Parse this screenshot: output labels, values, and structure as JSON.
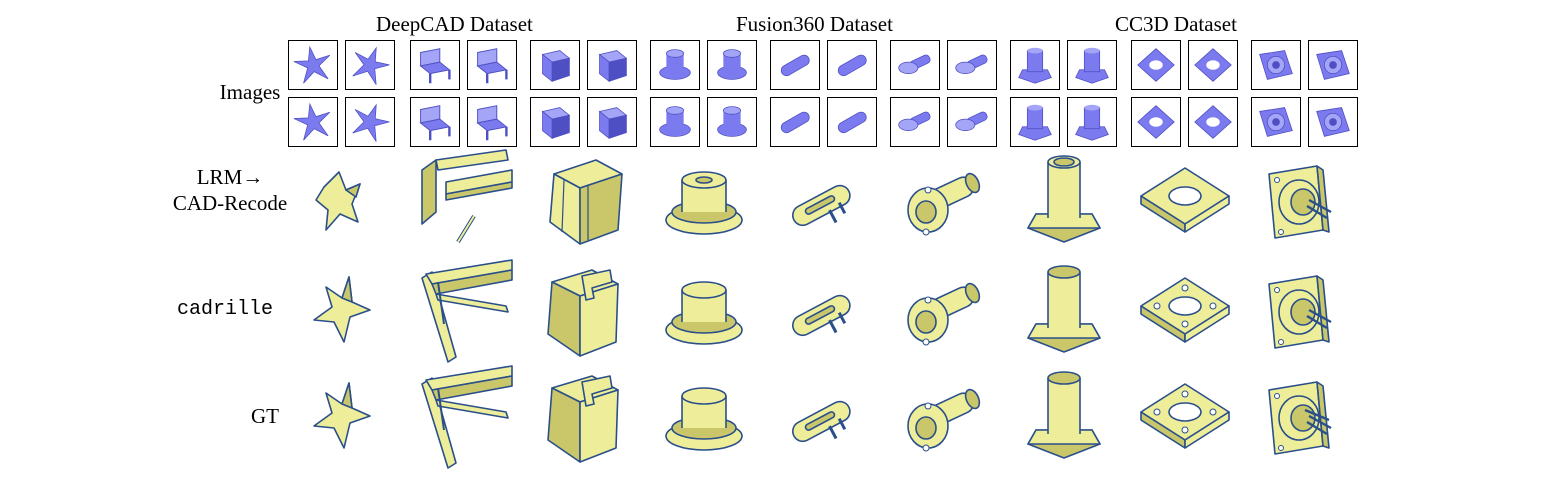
{
  "figure": {
    "dataset_titles": [
      "DeepCAD Dataset",
      "Fusion360 Dataset",
      "CC3D Dataset"
    ],
    "row_labels": {
      "images": "Images",
      "lrm_line1": "LRM→",
      "lrm_line2": "CAD-Recode",
      "cadrille": "cadrille",
      "gt": "GT"
    },
    "objects": [
      {
        "dataset": "DeepCAD Dataset",
        "shape": "star"
      },
      {
        "dataset": "DeepCAD Dataset",
        "shape": "chair"
      },
      {
        "dataset": "DeepCAD Dataset",
        "shape": "block"
      },
      {
        "dataset": "Fusion360 Dataset",
        "shape": "cap"
      },
      {
        "dataset": "Fusion360 Dataset",
        "shape": "pill"
      },
      {
        "dataset": "Fusion360 Dataset",
        "shape": "flange-tube"
      },
      {
        "dataset": "CC3D Dataset",
        "shape": "hex-column"
      },
      {
        "dataset": "CC3D Dataset",
        "shape": "square-plate"
      },
      {
        "dataset": "CC3D Dataset",
        "shape": "connector"
      }
    ],
    "colors": {
      "thumbnail_shade": "#7b7bef",
      "render_face": "#eeee9a",
      "render_shade": "#c9c76a",
      "render_edge": "#2a4f8a"
    }
  }
}
